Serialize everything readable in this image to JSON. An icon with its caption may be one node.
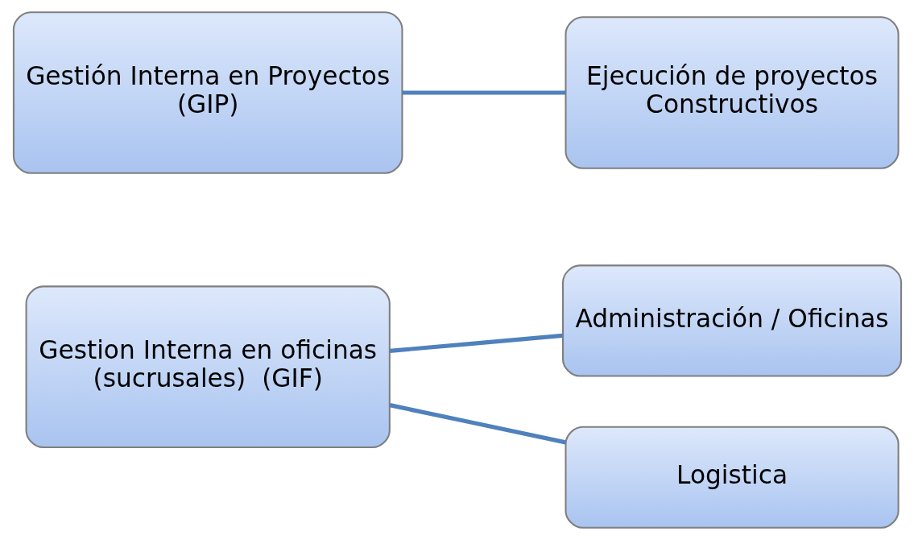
{
  "diagram": {
    "nodes": [
      {
        "text": [
          "Gestion Interna en oficinas (sucrusales)  (GIF)"
        ]
      },
      {
        "text": [
          "Administración / Oficinas"
        ]
      },
      {
        "text": [
          "Logistica"
        ]
      },
      {
        "text": [
          "Gestión Interna en Proyectos (GIP)"
        ]
      },
      {
        "text": [
          "Ejecución de proyectos Constructivos"
        ]
      }
    ],
    "edges": [
      {
        "from": 0,
        "to": 1,
        "arrow": "none"
      },
      {
        "from": 0,
        "to": 2,
        "arrow": "none"
      },
      {
        "from": 3,
        "to": 4,
        "arrow": "none"
      }
    ]
  }
}
